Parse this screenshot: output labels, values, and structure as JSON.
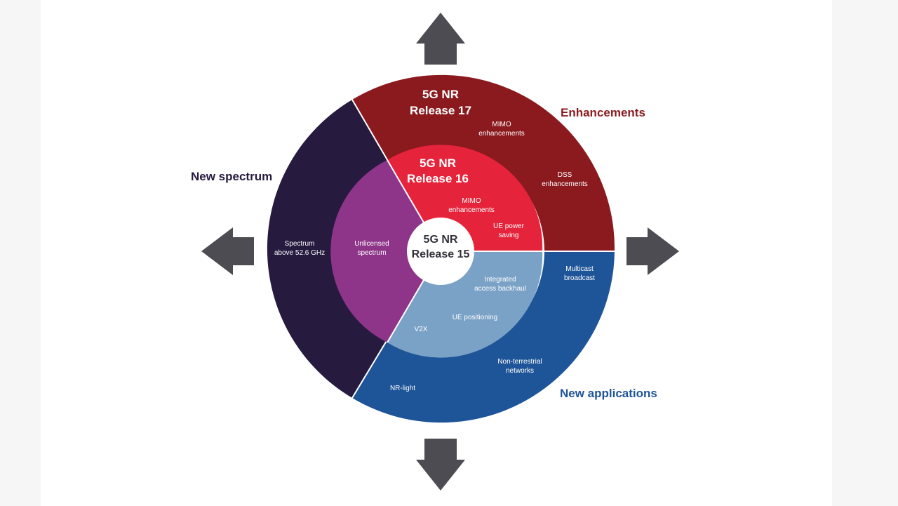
{
  "colors": {
    "release17": "#8b1a1f",
    "release16": "#e5243b",
    "new_spectrum": "#261a3f",
    "unlicensed": "#8e3489",
    "new_applications": "#1e5598",
    "release15_applications": "#7aa1c6",
    "arrow": "#4c4c52",
    "enhancements_label": "#8b1a1f",
    "new_spectrum_label": "#261a3f",
    "new_applications_label": "#1e5598"
  },
  "center": {
    "line1": "5G NR",
    "line2": "Release 15"
  },
  "release16": {
    "line1": "5G NR",
    "line2": "Release 16"
  },
  "release17": {
    "line1": "5G NR",
    "line2": "Release 17"
  },
  "categories": {
    "enhancements": "Enhancements",
    "new_spectrum": "New spectrum",
    "new_applications": "New applications"
  },
  "features": {
    "mimo_17": [
      "MIMO",
      "enhancements"
    ],
    "dss_17": [
      "DSS",
      "enhancements"
    ],
    "mimo_16": [
      "MIMO",
      "enhancements"
    ],
    "ue_power": [
      "UE power",
      "saving"
    ],
    "unlicensed": [
      "Unlicensed",
      "spectrum"
    ],
    "spectrum_52": [
      "Spectrum",
      "above 52.6 GHz"
    ],
    "iab": [
      "Integrated",
      "access backhaul"
    ],
    "ue_positioning": "UE positioning",
    "v2x": "V2X",
    "multicast": [
      "Multicast",
      "broadcast"
    ],
    "ntn": [
      "Non-terrestrial",
      "networks"
    ],
    "nr_light": "NR-light"
  }
}
